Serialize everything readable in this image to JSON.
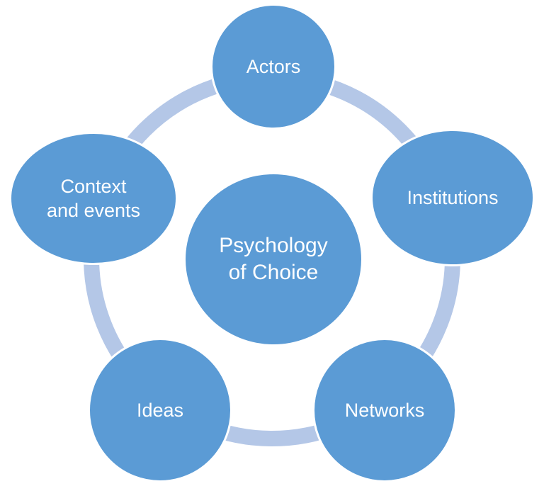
{
  "diagram": {
    "center": {
      "label": "Psychology\nof Choice"
    },
    "nodes": [
      {
        "key": "actors",
        "label": "Actors"
      },
      {
        "key": "institutions",
        "label": "Institutions"
      },
      {
        "key": "networks",
        "label": "Networks"
      },
      {
        "key": "ideas",
        "label": "Ideas"
      },
      {
        "key": "context",
        "label": "Context\nand events"
      }
    ]
  },
  "colors": {
    "node_fill": "#5b9bd5",
    "node_border": "#ffffff",
    "ring": "#b4c7e7",
    "text": "#ffffff"
  }
}
